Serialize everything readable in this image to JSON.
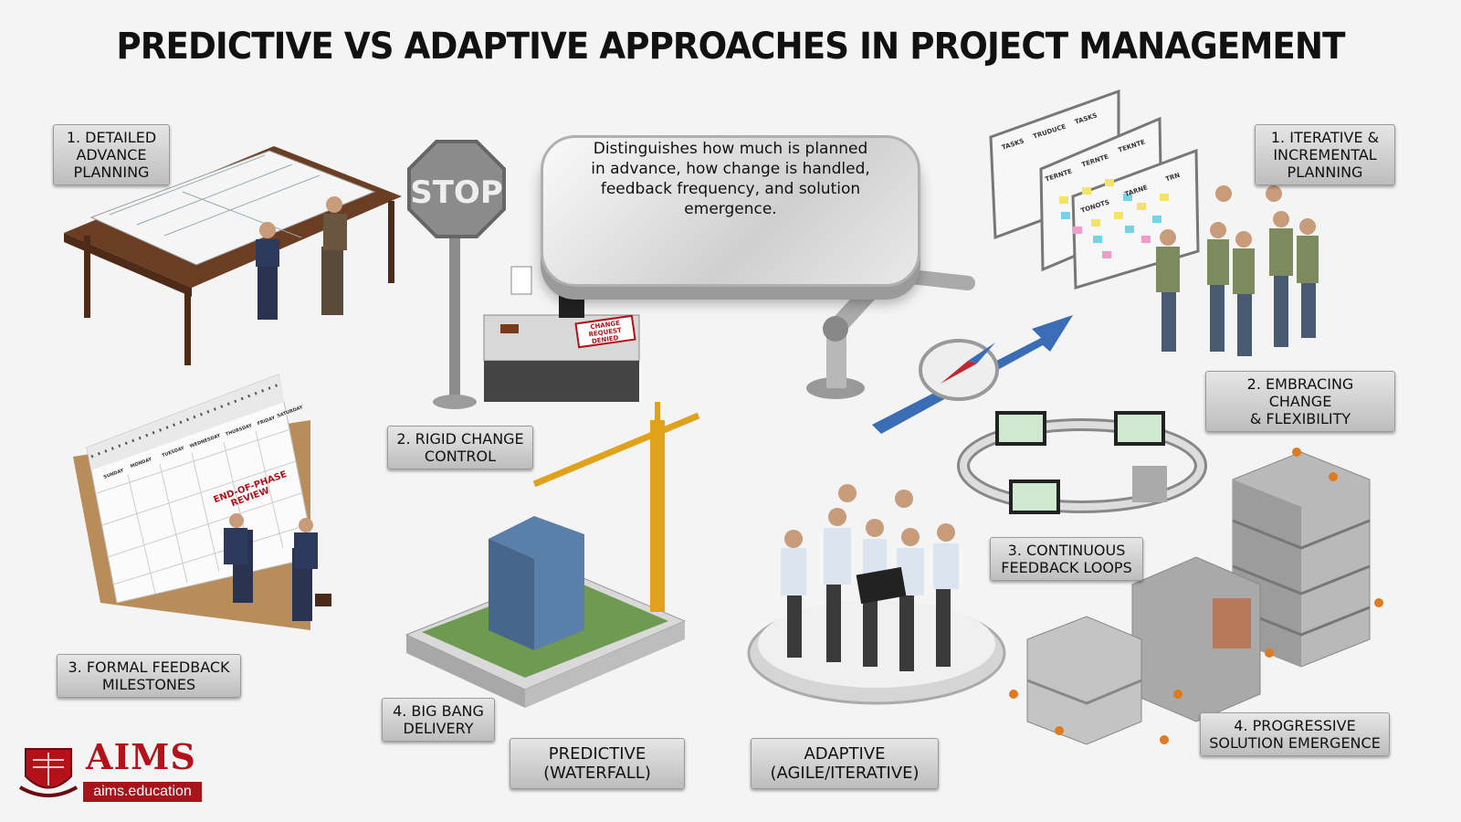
{
  "title": "PREDICTIVE VS ADAPTIVE APPROACHES IN PROJECT MANAGEMENT",
  "center_text": "Distinguishes how much is planned in advance, how change is handled, feedback frequency, and solution emergence.",
  "predictive": {
    "label": "PREDICTIVE\n(WATERFALL)",
    "items": [
      "1. DETAILED\nADVANCE\nPLANNING",
      "2. RIGID CHANGE\nCONTROL",
      "3. FORMAL FEEDBACK\nMILESTONES",
      "4. BIG BANG\nDELIVERY"
    ]
  },
  "adaptive": {
    "label": "ADAPTIVE\n(AGILE/ITERATIVE)",
    "items": [
      "1. ITERATIVE &\nINCREMENTAL\nPLANNING",
      "2. EMBRACING CHANGE\n& FLEXIBILITY",
      "3. CONTINUOUS\nFEEDBACK LOOPS",
      "4. PROGRESSIVE\nSOLUTION EMERGENCE"
    ]
  },
  "illustration_text": {
    "stop_sign": "STOP",
    "stamp": "CHANGE\nREQUEST\nDENIED",
    "calendar_note": "END-OF-PHASE\nREVIEW",
    "calendar_days": [
      "SUNDAY",
      "MONDAY",
      "TUESDAY",
      "WEDNESDAY",
      "THURSDAY",
      "FRIDAY",
      "SATURDAY"
    ],
    "board_headers": [
      "TASKS",
      "TRUDUCE",
      "TASKS",
      "TERNTE",
      "TERNTE",
      "TEKNTE",
      "TONOTS",
      "TARNE",
      "TRN"
    ]
  },
  "brand": {
    "name": "AIMS",
    "url": "aims.education"
  },
  "colors": {
    "accent_red": "#b4121b",
    "label_gray": "#cfcfcf",
    "crane_yellow": "#e0a11b",
    "compass_blue": "#3a6db5"
  }
}
